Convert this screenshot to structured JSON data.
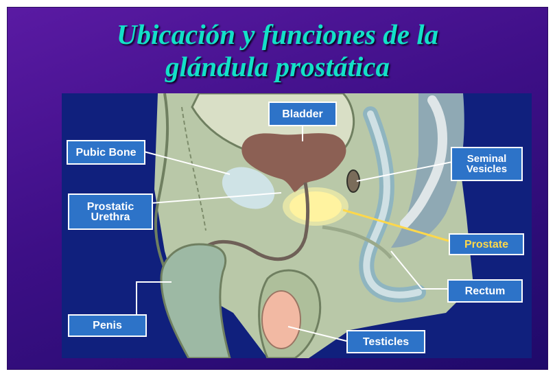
{
  "title": {
    "line1": "Ubicación y funciones de la",
    "line2": "glándula prostática"
  },
  "labels": {
    "bladder": "Bladder",
    "pubic_bone": "Pubic Bone",
    "seminal_vesicles": "Seminal\nVesicles",
    "prostatic_urethra": "Prostatic\nUrethra",
    "prostate": "Prostate",
    "rectum": "Rectum",
    "penis": "Penis",
    "testicles": "Testicles"
  },
  "colors": {
    "title": "#13e0c8",
    "background": "#3d0f86",
    "label_box": "#2d73c8",
    "prostate_highlight": "#ffd84a"
  }
}
